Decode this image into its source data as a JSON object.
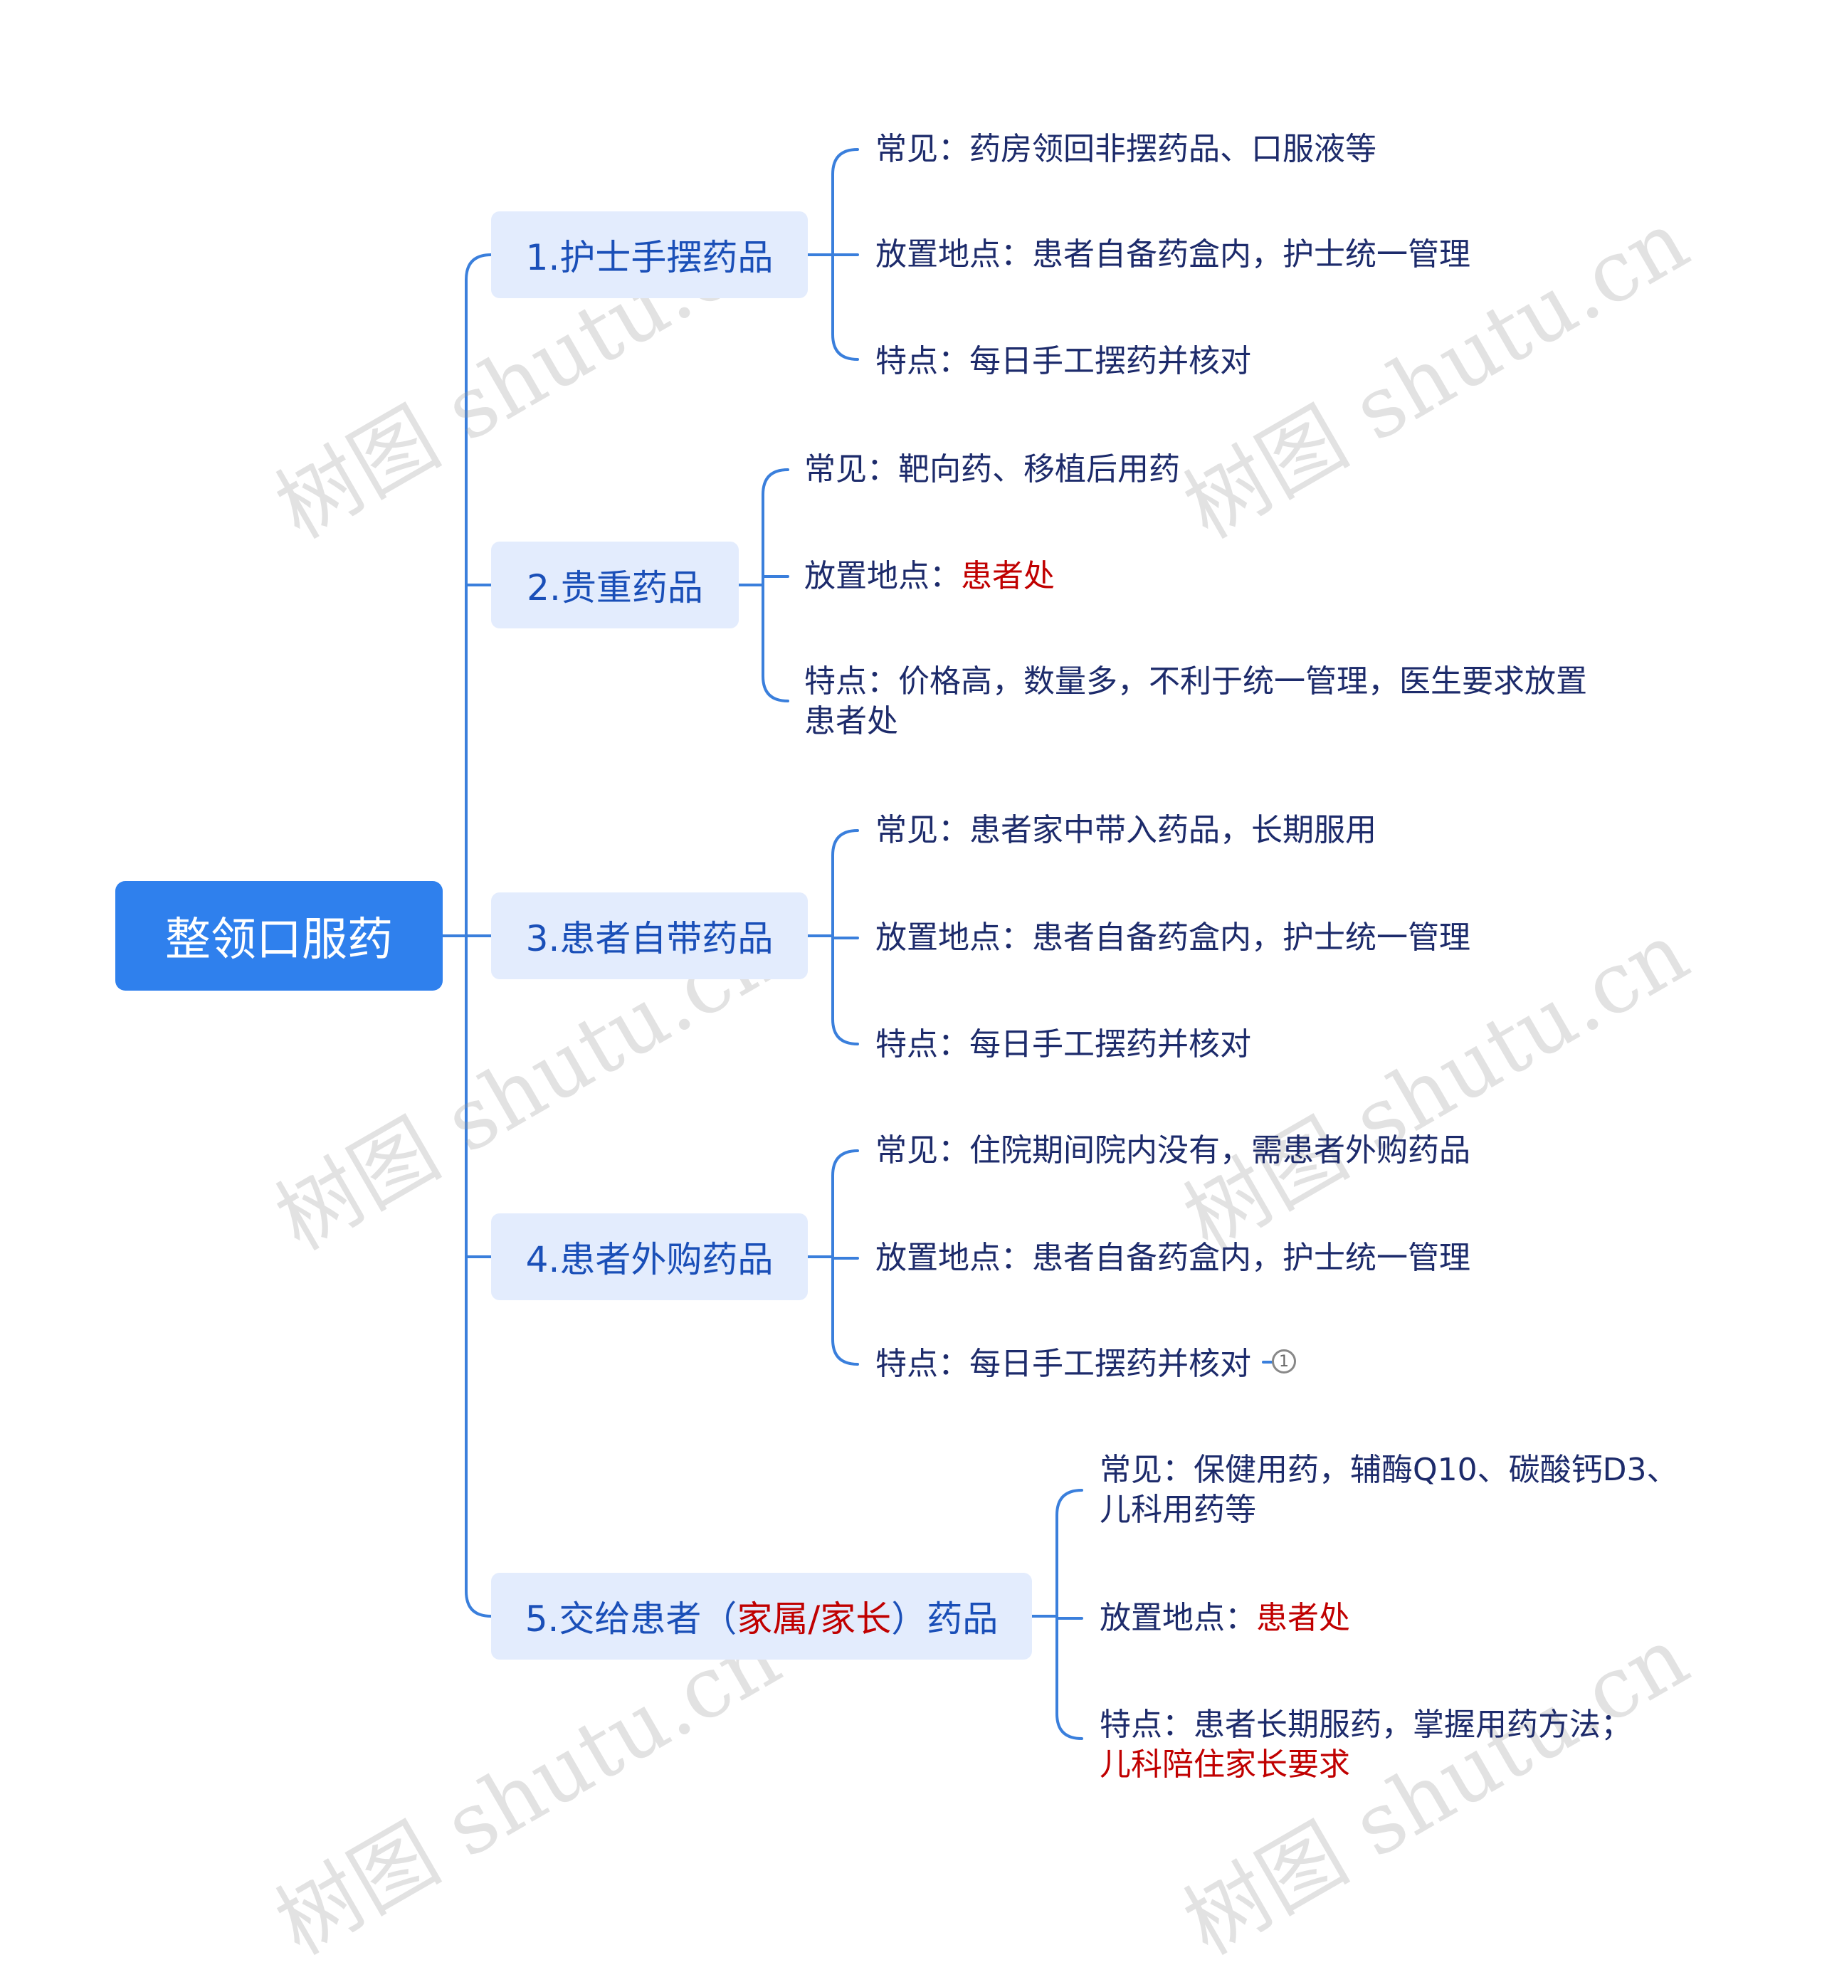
{
  "root": {
    "label": "整领口服药"
  },
  "branches": [
    {
      "label": "1.护士手摆药品"
    },
    {
      "label": "2.贵重药品"
    },
    {
      "label": "3.患者自带药品"
    },
    {
      "label": "4.患者外购药品"
    },
    {
      "label_part1": "5.交给患者（",
      "label_red": "家属/家长",
      "label_part2": "）药品"
    }
  ],
  "b1": {
    "common": "常见：药房领回非摆药品、口服液等",
    "place": "放置地点：患者自备药盒内，护士统一管理",
    "feature": "特点：每日手工摆药并核对"
  },
  "b2": {
    "common": "常见：靶向药、移植后用药",
    "place_label": "放置地点：",
    "place_value": "患者处",
    "feature_line1": "特点：价格高，数量多，不利于统一管理，医生要求放置",
    "feature_line2": "患者处"
  },
  "b3": {
    "common": "常见：患者家中带入药品，长期服用",
    "place": "放置地点：患者自备药盒内，护士统一管理",
    "feature": "特点：每日手工摆药并核对"
  },
  "b4": {
    "common": "常见：住院期间院内没有，需患者外购药品",
    "place": "放置地点：患者自备药盒内，护士统一管理",
    "feature": "特点：每日手工摆药并核对",
    "badge": "1"
  },
  "b5": {
    "common_line1": "常见：保健用药，辅酶Q10、碳酸钙D3、",
    "common_line2": "儿科用药等",
    "place_label": "放置地点：",
    "place_value": "患者处",
    "feature_line1": "特点：患者长期服药，掌握用药方法；",
    "feature_line2": "儿科陪住家长要求"
  },
  "watermark": "树图 shutu.cn",
  "colors": {
    "root_bg": "#2f80ed",
    "branch_bg": "#e3ecfd",
    "branch_text": "#1a4fb8",
    "leaf_text": "#1d2b6b",
    "connector": "#3a7fdc",
    "highlight": "#c00000"
  }
}
